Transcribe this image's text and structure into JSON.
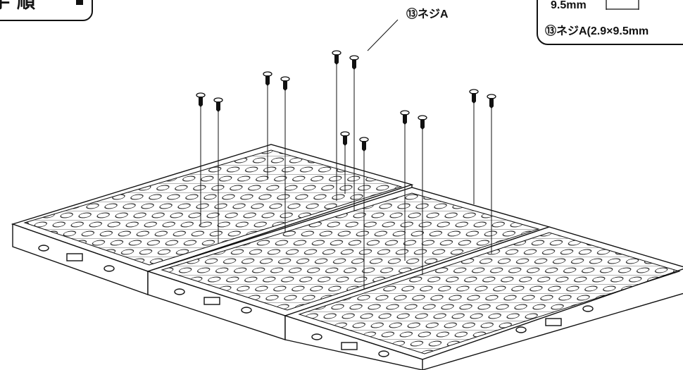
{
  "step_label": "手順",
  "step_marker": "■",
  "screw_callout": "⑬ネジA",
  "spec_box": {
    "length": "9.5mm",
    "screw_spec": "⑬ネジA(2.9×9.5mm"
  },
  "screw_count": 12,
  "tray_count": 3
}
